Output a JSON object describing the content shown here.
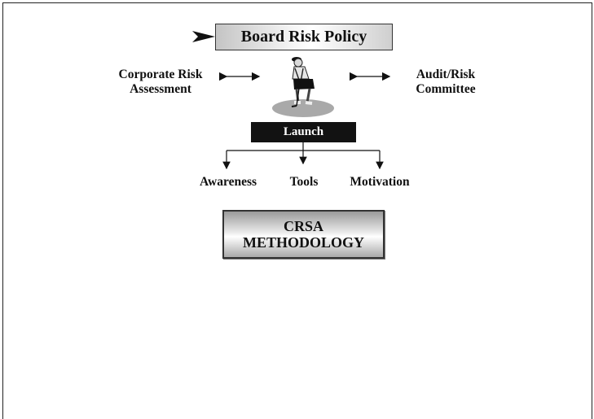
{
  "diagram": {
    "policy_label": "Board Risk Policy",
    "left_label_line1": "Corporate Risk",
    "left_label_line2": "Assessment",
    "right_label_line1": "Audit/Risk",
    "right_label_line2": "Committee",
    "launch_label": "Launch",
    "branches": [
      "Awareness",
      "Tools",
      "Motivation"
    ],
    "method_line1": "CRSA",
    "method_line2": "METHODOLOGY"
  },
  "icons": {
    "pointer": "arrowhead-icon",
    "figure": "golfer-illustration"
  }
}
